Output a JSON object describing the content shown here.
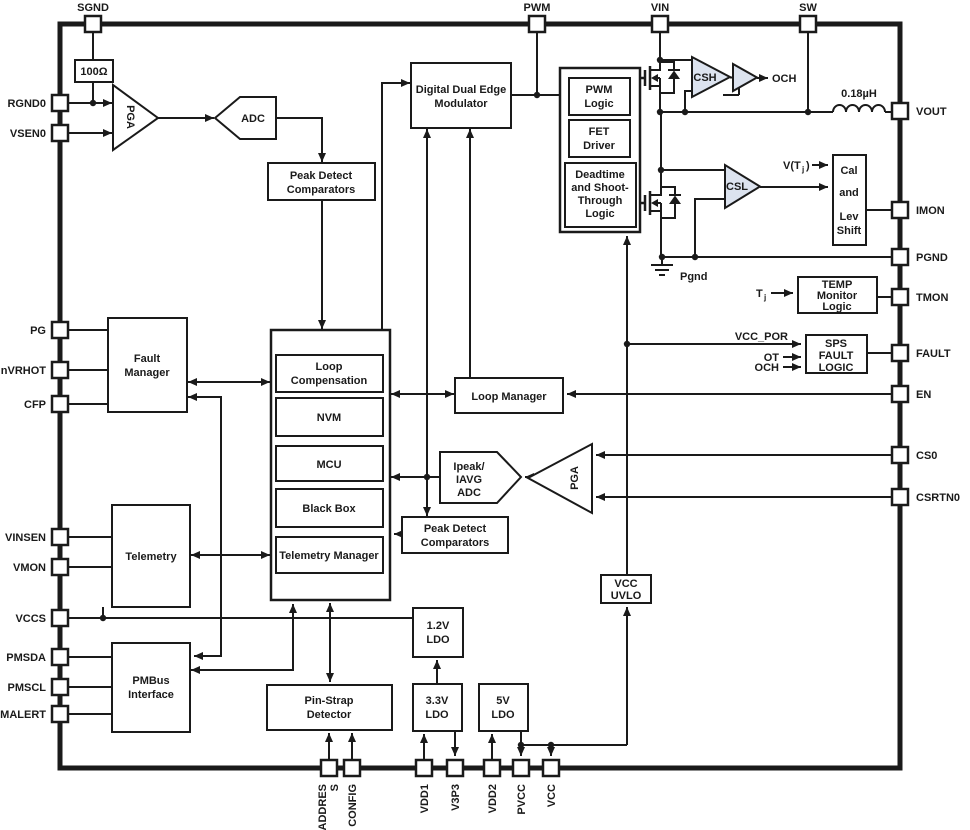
{
  "title": "Digital power-stage controller block diagram",
  "colors": {
    "diagram_line": "#1a1a1a",
    "amp_fill": "#dce3ef",
    "background": "#ffffff"
  },
  "pins": {
    "sgnd": "SGND",
    "pwm": "PWM",
    "vin": "VIN",
    "sw": "SW",
    "rgnd0": "RGND0",
    "vsen0": "VSEN0",
    "pg": "PG",
    "nvrhot": "nVRHOT",
    "cfp": "CFP",
    "vinsen": "VINSEN",
    "vmon": "VMON",
    "vccs": "VCCS",
    "pmsda": "PMSDA",
    "pmscl": "PMSCL",
    "pmalert": "PMALERT",
    "vout": "VOUT",
    "imon": "IMON",
    "pgnd": "PGND",
    "tmon": "TMON",
    "fault": "FAULT",
    "en": "EN",
    "cs0": "CS0",
    "csrtn0": "CSRTN0",
    "address_lines": [
      "ADDRES",
      "S"
    ],
    "config": "CONFIG",
    "vdd1": "VDD1",
    "v3p3": "V3P3",
    "vdd2": "VDD2",
    "pvcc": "PVCC",
    "vcc": "VCC"
  },
  "blocks": {
    "resistor": "100Ω",
    "pga1": "PGA",
    "adc1": "ADC",
    "peak_detect1": [
      "Peak Detect",
      "Comparators"
    ],
    "modulator": [
      "Digital Dual Edge",
      "Modulator"
    ],
    "pwm_logic": [
      "PWM",
      "Logic"
    ],
    "fet_driver": [
      "FET",
      "Driver"
    ],
    "deadtime": [
      "Deadtime",
      "and Shoot-",
      "Through",
      "Logic"
    ],
    "csh": "CSH",
    "csl": "CSL",
    "inductor": "0.18µH",
    "cal_lev_shift": [
      "Cal",
      "and",
      "Lev",
      "Shift"
    ],
    "temp_monitor": [
      "TEMP",
      "Monitor",
      "Logic"
    ],
    "sps_fault_logic": [
      "SPS",
      "FAULT",
      "LOGIC"
    ],
    "fault_manager": [
      "Fault",
      "Manager"
    ],
    "loop_compensation": [
      "Loop",
      "Compensation"
    ],
    "nvm": "NVM",
    "mcu": "MCU",
    "black_box": "Black Box",
    "telemetry_manager": "Telemetry Manager",
    "loop_manager": "Loop Manager",
    "ipeak_iavg_adc": [
      "Ipeak/",
      "IAVG",
      "ADC"
    ],
    "pga2": "PGA",
    "peak_detect2": [
      "Peak Detect",
      "Comparators"
    ],
    "telemetry": "Telemetry",
    "pmbus_interface": [
      "PMBus",
      "Interface"
    ],
    "pin_strap_detector": [
      "Pin-Strap",
      "Detector"
    ],
    "ldo_1v2": [
      "1.2V",
      "LDO"
    ],
    "ldo_3v3": [
      "3.3V",
      "LDO"
    ],
    "ldo_5v": [
      "5V",
      "LDO"
    ],
    "vcc_uvlo": [
      "VCC",
      "UVLO"
    ]
  },
  "signals": {
    "och": "OCH",
    "vcc_por": "VCC_POR",
    "ot": "OT",
    "och_fault": "OCH",
    "pgnd_node": "Pgnd",
    "vtj": {
      "pre": "V(T",
      "sub": "j",
      "post": ")"
    },
    "tj": {
      "pre": "T",
      "sub": "j"
    }
  }
}
